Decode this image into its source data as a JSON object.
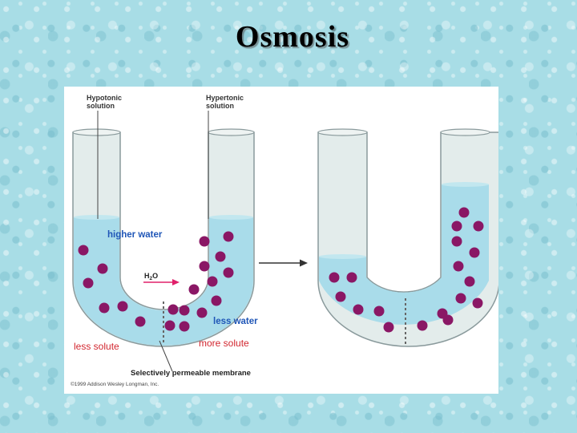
{
  "slide": {
    "title": "Osmosis"
  },
  "figure": {
    "labels": {
      "hypotonic_line1": "Hypotonic",
      "hypotonic_line2": "solution",
      "hypertonic_line1": "Hypertonic",
      "hypertonic_line2": "solution",
      "higher_water": "higher water",
      "less_water": "less water",
      "less_solute": "less solute",
      "more_solute": "more solute",
      "h2o_main": "H",
      "h2o_sub": "2",
      "h2o_end": "O",
      "membrane": "Selectively permeable membrane",
      "copyright": "©1999 Addison Wesley Longman, Inc."
    },
    "colors": {
      "water": "#a9dcea",
      "tube_outline": "#8a9a9c",
      "tube_glass": "#e3eceb",
      "solute": "#8a1765",
      "arrow_h2o": "#e0206a",
      "label_blue": "#1f56b7",
      "label_red": "#d2262f"
    }
  }
}
